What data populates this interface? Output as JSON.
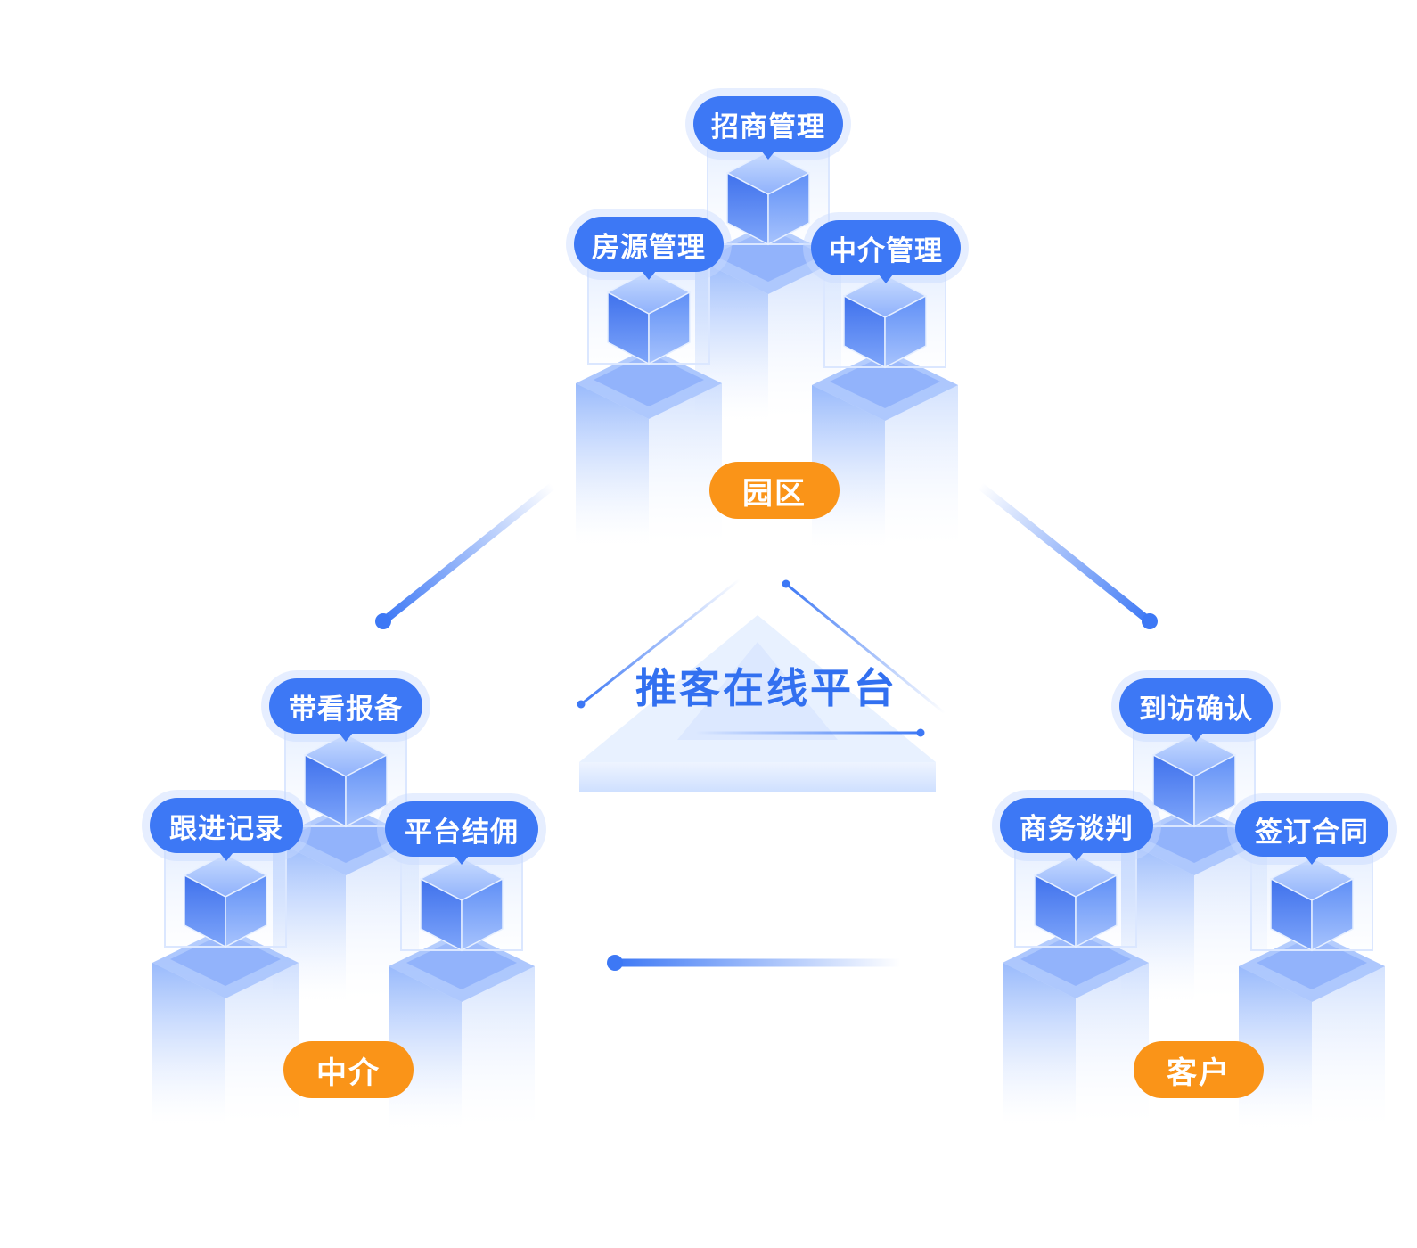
{
  "platform": {
    "title": "推客在线平台"
  },
  "roles": {
    "park": "园区",
    "agent": "中介",
    "customer": "客户"
  },
  "modules": {
    "park": {
      "merchant_management": "招商管理",
      "property_management": "房源管理",
      "agent_management": "中介管理"
    },
    "agent": {
      "viewing_report": "带看报备",
      "follow_up_record": "跟进记录",
      "platform_commission": "平台结佣"
    },
    "customer": {
      "visit_confirmation": "到访确认",
      "business_negotiation": "商务谈判",
      "sign_contract": "签订合同"
    }
  },
  "colors": {
    "module_blue": "#3d78f5",
    "role_orange": "#fa9418",
    "title_blue": "#3270f0"
  }
}
